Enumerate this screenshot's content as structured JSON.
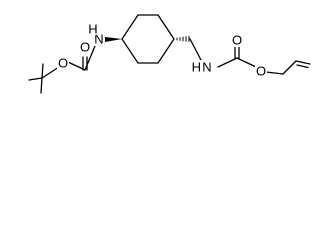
{
  "atom_labels": {
    "nh_left": "N",
    "h_left": "H",
    "o_carbonyl_left": "O",
    "o_ester_left": "O",
    "nh_right": "N",
    "h_right": "H",
    "o_carbonyl_right": "O",
    "o_ester_right": "O"
  },
  "stereo": {
    "c1_to_n": "wedge",
    "c4_to_ch2": "hash"
  }
}
